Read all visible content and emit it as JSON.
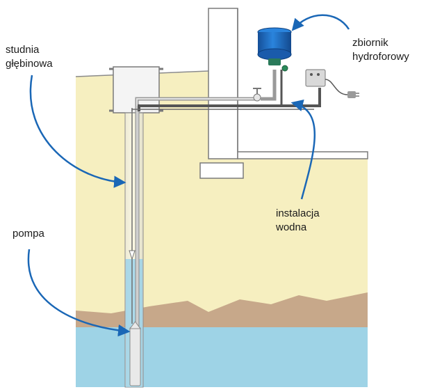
{
  "labels": {
    "well_line1": "studnia",
    "well_line2": "głębinowa",
    "pump": "pompa",
    "tank_line1": "zbiornik",
    "tank_line2": "hydroforowy",
    "install_line1": "instalacja",
    "install_line2": "wodna"
  },
  "colors": {
    "ground": "#f6efc0",
    "water": "#9ed3e6",
    "clay": "#c7a88a",
    "wall": "#ffffff",
    "wall_stroke": "#7a7a7a",
    "tank": "#1f6dc4",
    "arrow": "#1a67b6",
    "pipe": "#9a9a9a"
  }
}
